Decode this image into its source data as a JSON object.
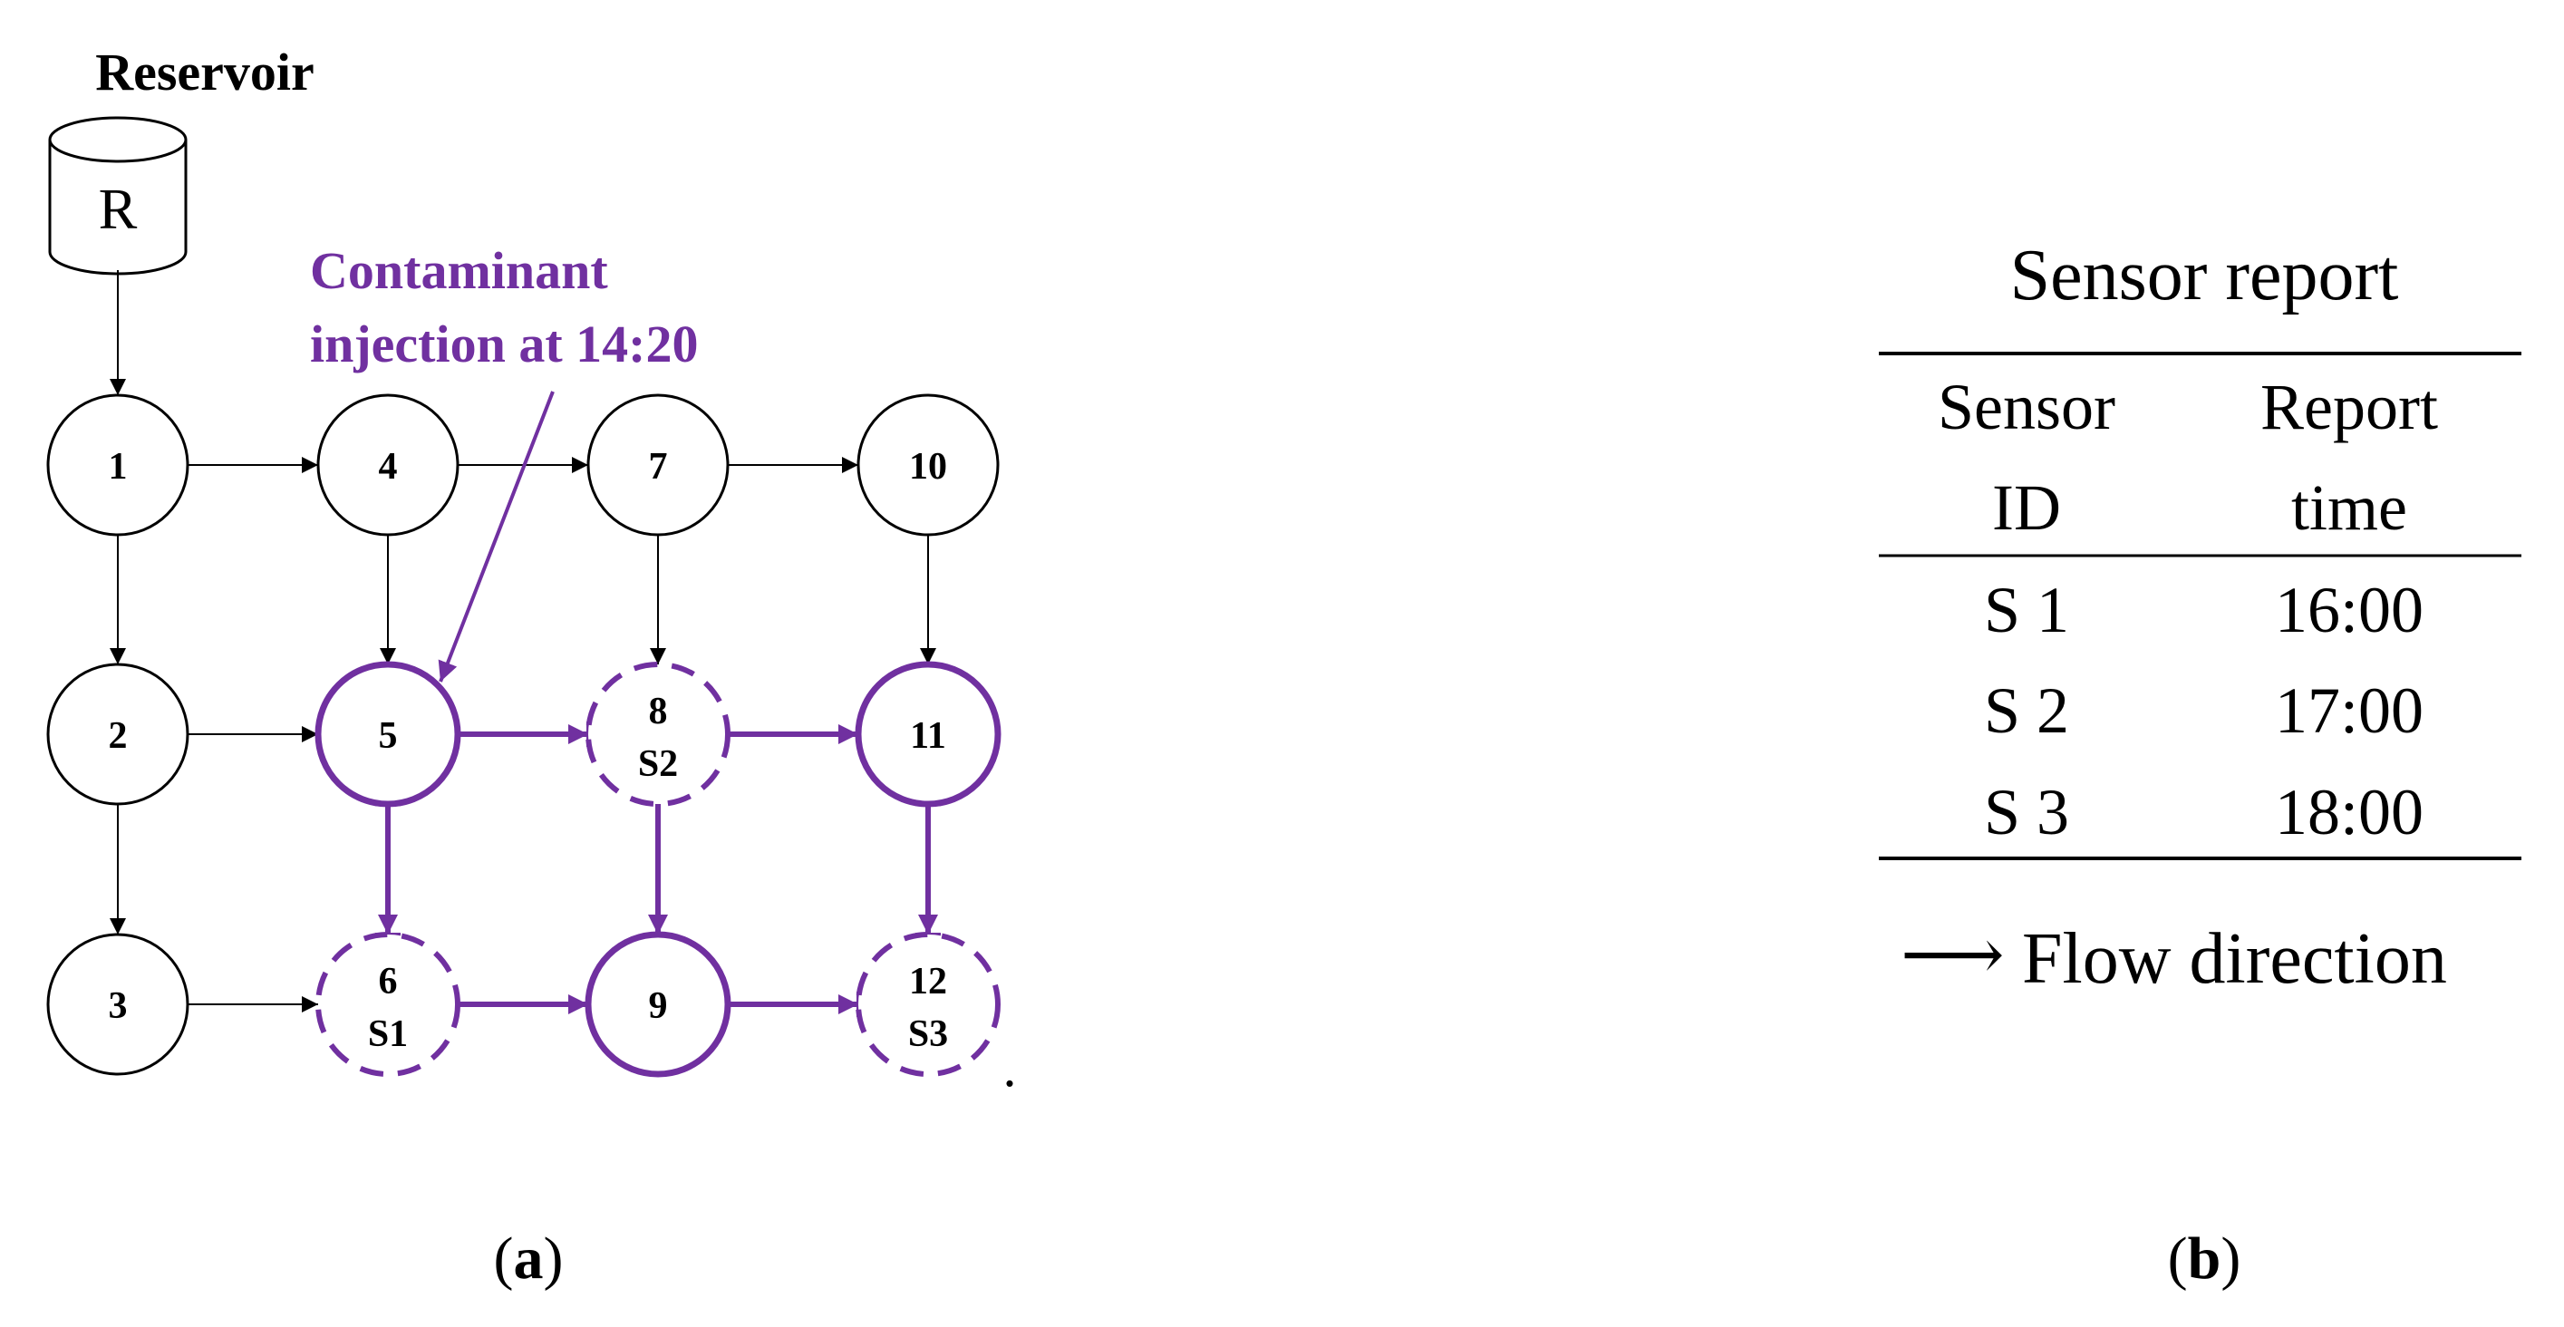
{
  "colors": {
    "black": "#000000",
    "purple": "#7030A0",
    "background": "#ffffff"
  },
  "panel_a": {
    "reservoir_title": "Reservoir",
    "reservoir_label": "R",
    "annotation_line1": "Contaminant",
    "annotation_line2": "injection at 14:20",
    "caption_letter": "a",
    "trailing_mark": "."
  },
  "nodes": [
    {
      "id": "n1",
      "label": "1",
      "sensor": "",
      "style": "plain"
    },
    {
      "id": "n2",
      "label": "2",
      "sensor": "",
      "style": "plain"
    },
    {
      "id": "n3",
      "label": "3",
      "sensor": "",
      "style": "plain"
    },
    {
      "id": "n4",
      "label": "4",
      "sensor": "",
      "style": "plain"
    },
    {
      "id": "n5",
      "label": "5",
      "sensor": "",
      "style": "contaminated"
    },
    {
      "id": "n6",
      "label": "6",
      "sensor": "S1",
      "style": "sensor"
    },
    {
      "id": "n7",
      "label": "7",
      "sensor": "",
      "style": "plain"
    },
    {
      "id": "n8",
      "label": "8",
      "sensor": "S2",
      "style": "sensor"
    },
    {
      "id": "n9",
      "label": "9",
      "sensor": "",
      "style": "contaminated"
    },
    {
      "id": "n10",
      "label": "10",
      "sensor": "",
      "style": "plain"
    },
    {
      "id": "n11",
      "label": "11",
      "sensor": "",
      "style": "contaminated"
    },
    {
      "id": "n12",
      "label": "12",
      "sensor": "S3",
      "style": "sensor"
    }
  ],
  "edges": [
    {
      "from": "R",
      "to": "1",
      "contaminated": false
    },
    {
      "from": "1",
      "to": "4",
      "contaminated": false
    },
    {
      "from": "4",
      "to": "7",
      "contaminated": false
    },
    {
      "from": "7",
      "to": "10",
      "contaminated": false
    },
    {
      "from": "1",
      "to": "2",
      "contaminated": false
    },
    {
      "from": "2",
      "to": "3",
      "contaminated": false
    },
    {
      "from": "4",
      "to": "5",
      "contaminated": false
    },
    {
      "from": "7",
      "to": "8",
      "contaminated": false
    },
    {
      "from": "10",
      "to": "11",
      "contaminated": false
    },
    {
      "from": "2",
      "to": "5",
      "contaminated": false
    },
    {
      "from": "3",
      "to": "6",
      "contaminated": false
    },
    {
      "from": "5",
      "to": "8",
      "contaminated": true
    },
    {
      "from": "8",
      "to": "11",
      "contaminated": true
    },
    {
      "from": "5",
      "to": "6",
      "contaminated": true
    },
    {
      "from": "8",
      "to": "9",
      "contaminated": true
    },
    {
      "from": "11",
      "to": "12",
      "contaminated": true
    },
    {
      "from": "6",
      "to": "9",
      "contaminated": true
    },
    {
      "from": "9",
      "to": "12",
      "contaminated": true
    }
  ],
  "panel_b": {
    "table_title": "Sensor report",
    "header_col1_line1": "Sensor",
    "header_col1_line2": "ID",
    "header_col2_line1": "Report",
    "header_col2_line2": "time",
    "rows": [
      {
        "sensor": "S 1",
        "time": "16:00"
      },
      {
        "sensor": "S 2",
        "time": "17:00"
      },
      {
        "sensor": "S 3",
        "time": "18:00"
      }
    ],
    "legend_arrow": "⟶",
    "legend_text": "Flow direction",
    "caption_letter": "b"
  }
}
